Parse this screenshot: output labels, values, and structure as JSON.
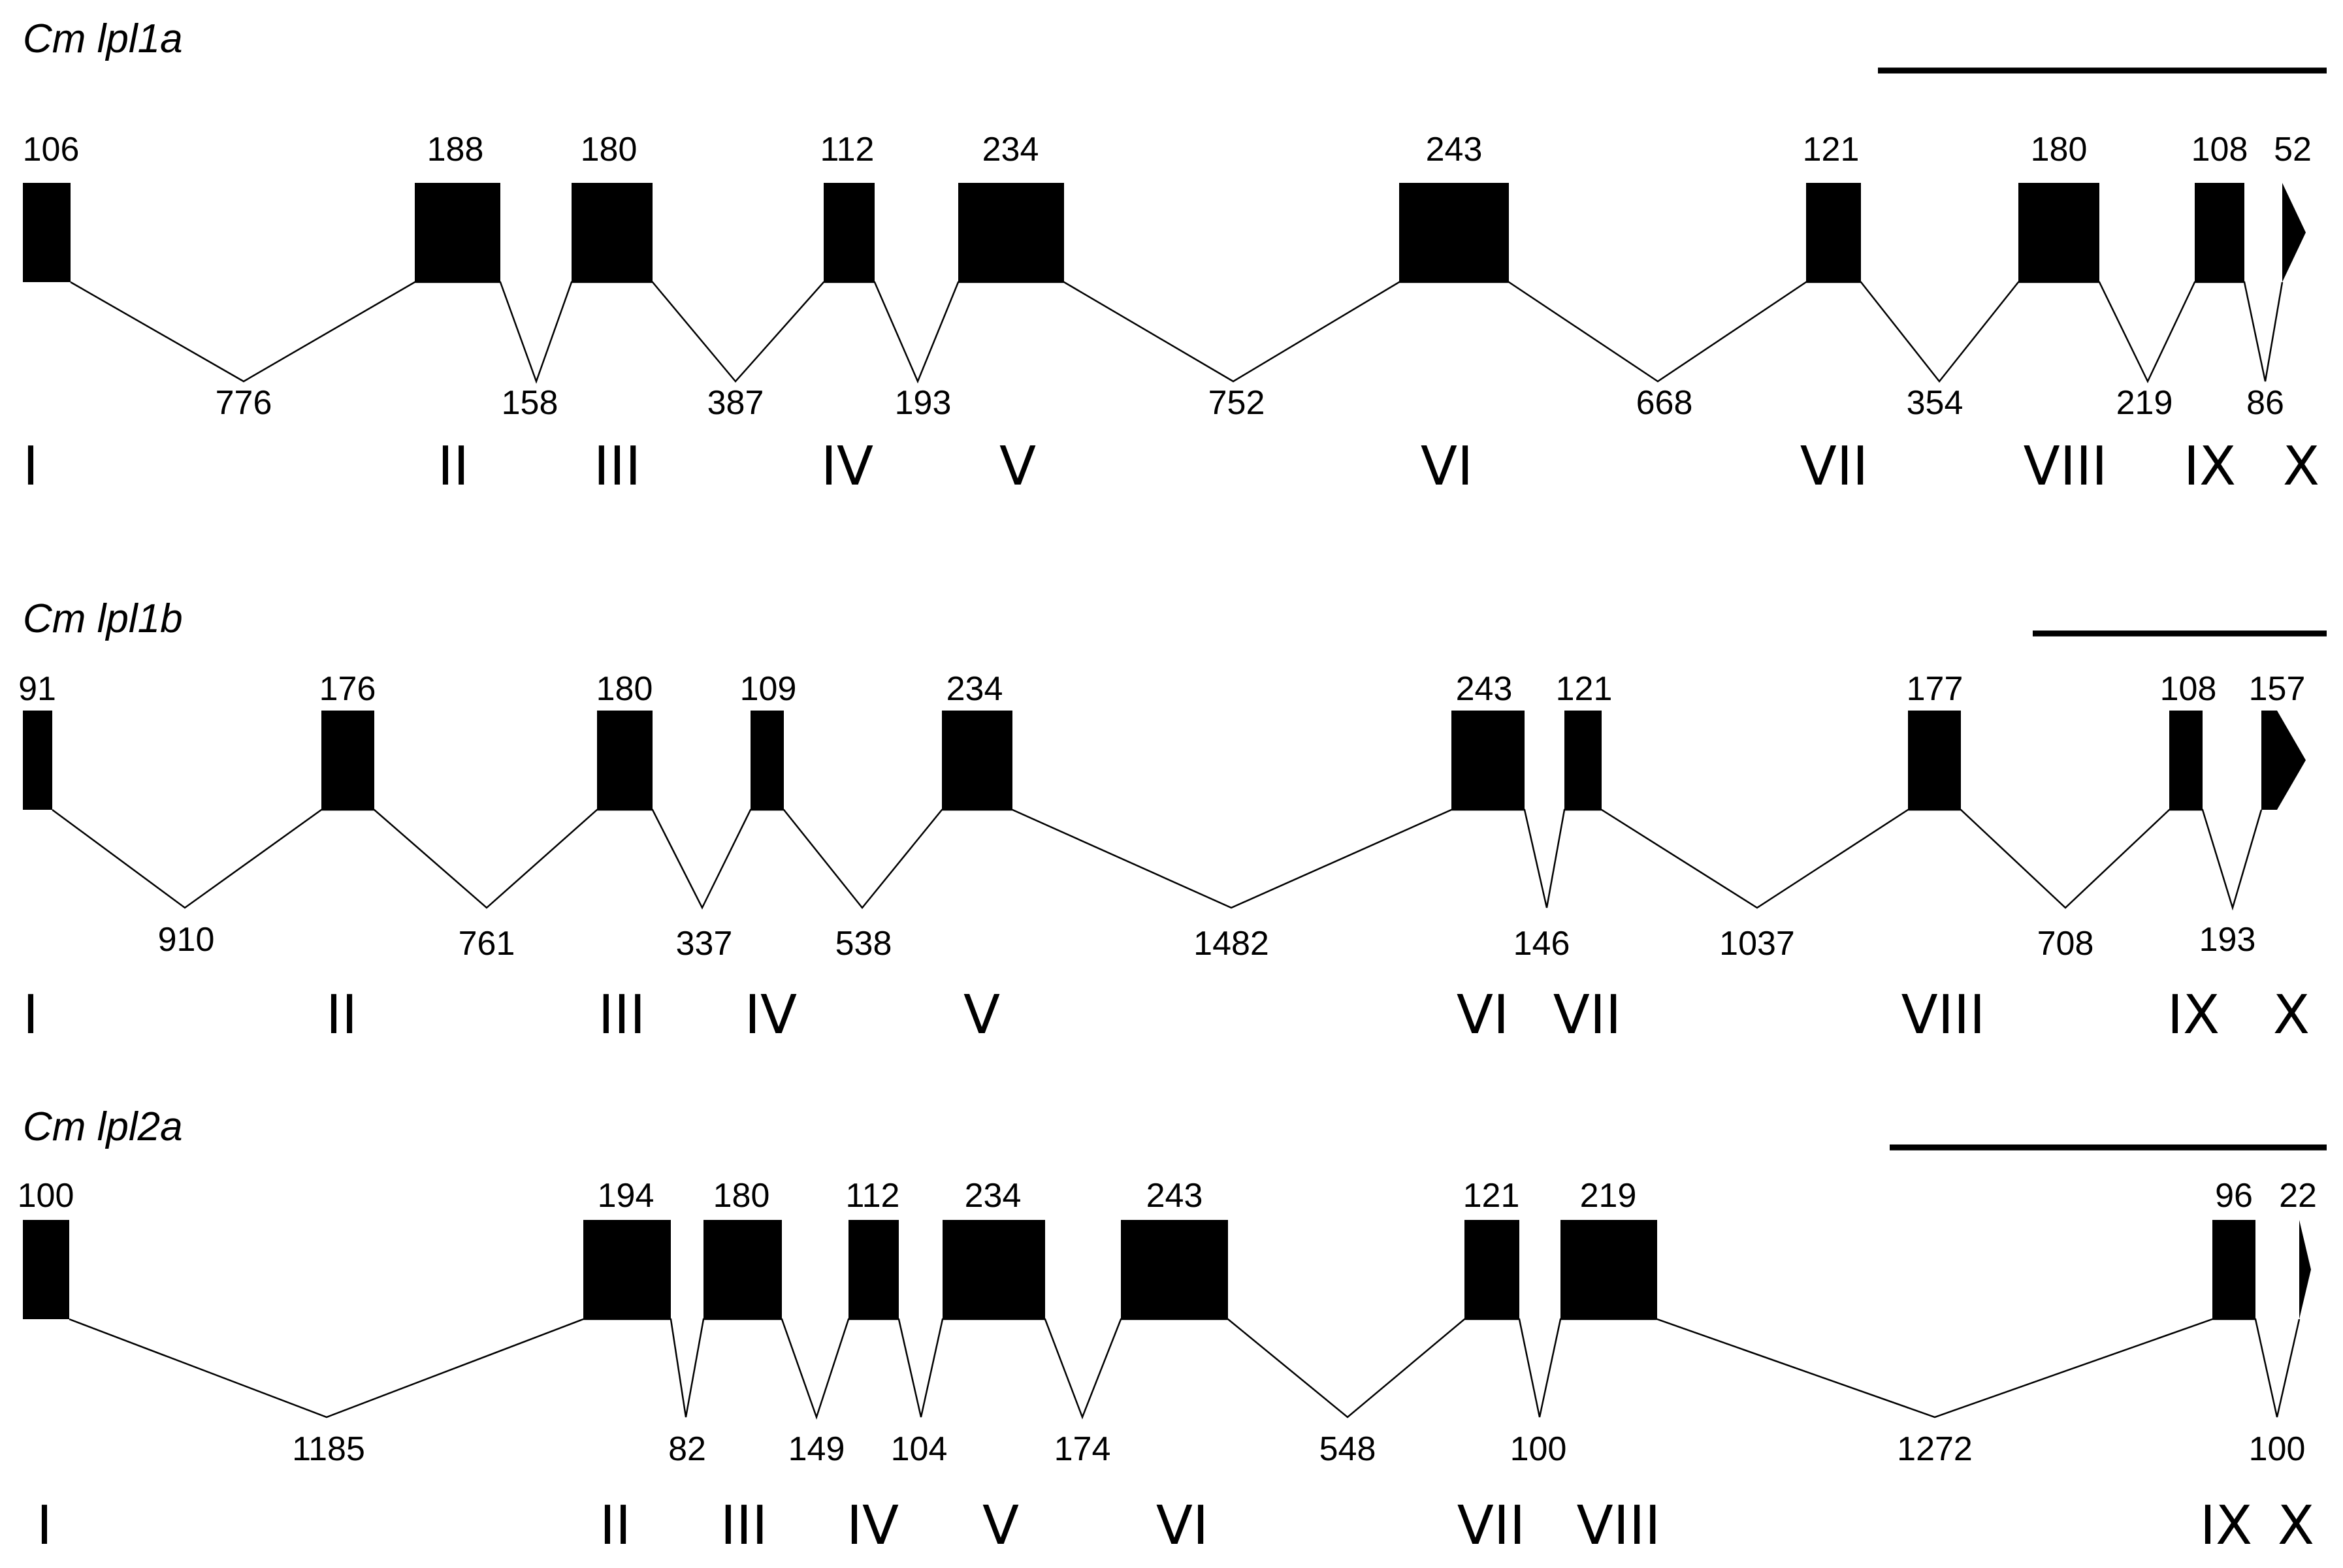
{
  "genes": [
    {
      "name": "Cm lpl1a",
      "exons": [
        {
          "numeral": "I",
          "size": "106"
        },
        {
          "numeral": "II",
          "size": "188"
        },
        {
          "numeral": "III",
          "size": "180"
        },
        {
          "numeral": "IV",
          "size": "112"
        },
        {
          "numeral": "V",
          "size": "234"
        },
        {
          "numeral": "VI",
          "size": "243"
        },
        {
          "numeral": "VII",
          "size": "121"
        },
        {
          "numeral": "VIII",
          "size": "180"
        },
        {
          "numeral": "IX",
          "size": "108"
        },
        {
          "numeral": "X",
          "size": "52"
        }
      ],
      "introns": [
        "776",
        "158",
        "387",
        "193",
        "752",
        "668",
        "354",
        "219",
        "86"
      ]
    },
    {
      "name": "Cm lpl1b",
      "exons": [
        {
          "numeral": "I",
          "size": "91"
        },
        {
          "numeral": "II",
          "size": "176"
        },
        {
          "numeral": "III",
          "size": "180"
        },
        {
          "numeral": "IV",
          "size": "109"
        },
        {
          "numeral": "V",
          "size": "234"
        },
        {
          "numeral": "VI",
          "size": "243"
        },
        {
          "numeral": "VII",
          "size": "121"
        },
        {
          "numeral": "VIII",
          "size": "177"
        },
        {
          "numeral": "IX",
          "size": "108"
        },
        {
          "numeral": "X",
          "size": "157"
        }
      ],
      "introns": [
        "910",
        "761",
        "337",
        "538",
        "1482",
        "146",
        "1037",
        "708",
        "193"
      ]
    },
    {
      "name": "Cm lpl2a",
      "exons": [
        {
          "numeral": "I",
          "size": "100"
        },
        {
          "numeral": "II",
          "size": "194"
        },
        {
          "numeral": "III",
          "size": "180"
        },
        {
          "numeral": "IV",
          "size": "112"
        },
        {
          "numeral": "V",
          "size": "234"
        },
        {
          "numeral": "VI",
          "size": "243"
        },
        {
          "numeral": "VII",
          "size": "121"
        },
        {
          "numeral": "VIII",
          "size": "219"
        },
        {
          "numeral": "IX",
          "size": "96"
        },
        {
          "numeral": "X",
          "size": "22"
        }
      ],
      "introns": [
        "1185",
        "82",
        "149",
        "104",
        "174",
        "548",
        "100",
        "1272",
        "100"
      ]
    }
  ]
}
